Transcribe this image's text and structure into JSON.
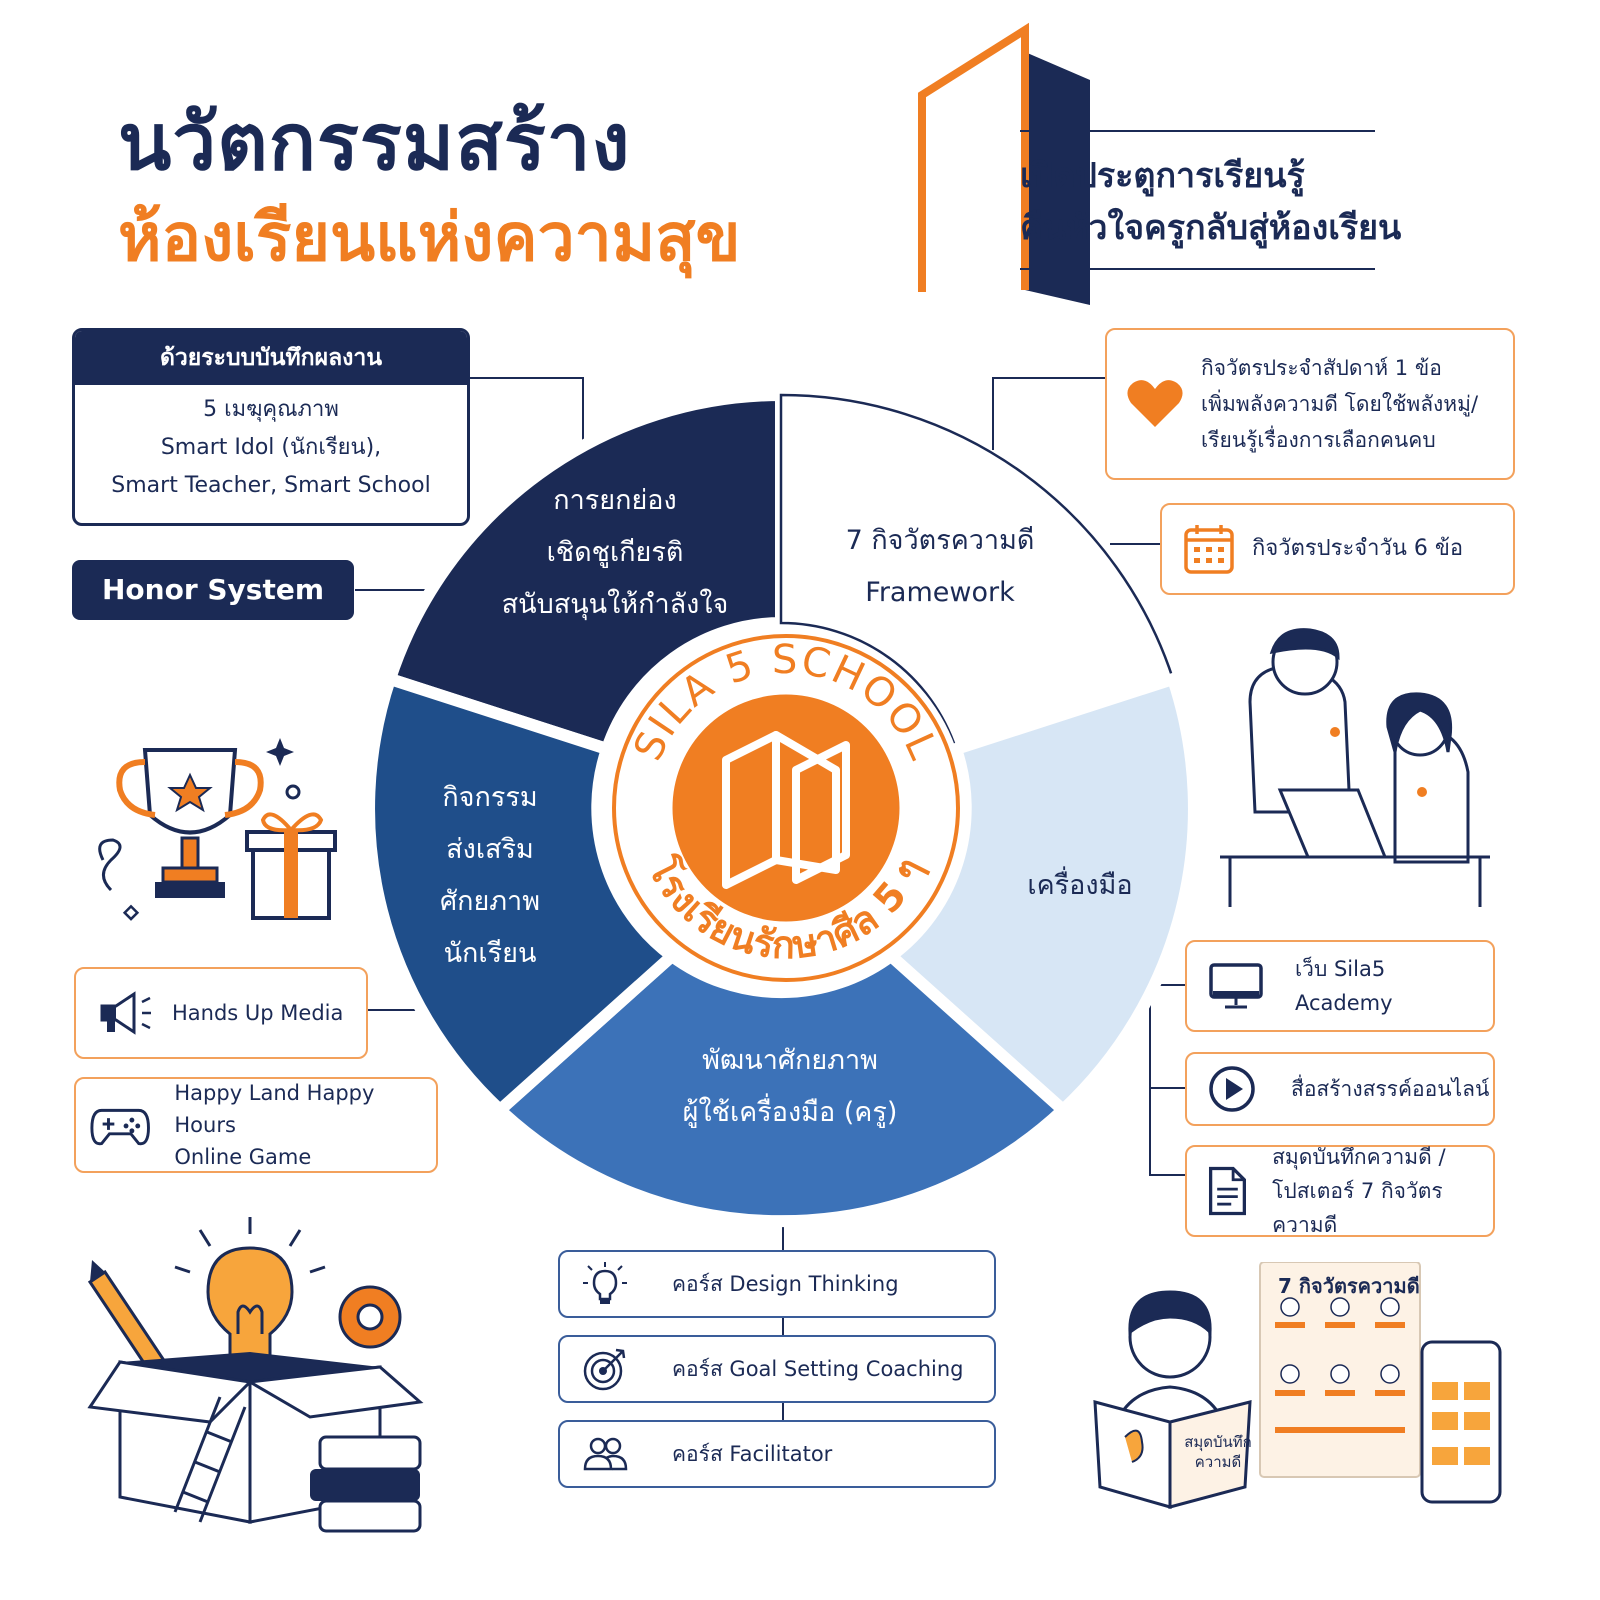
{
  "header": {
    "title_line1": "นวัตกรรมสร้าง",
    "title_line2": "ห้องเรียนแห่งความสุข",
    "tagline_line1": "เปิดประตูการเรียนรู้",
    "tagline_line2": "คืนหัวใจครูกลับสู่ห้องเรียน"
  },
  "left": {
    "record_box": {
      "heading": "ด้วยระบบบันทึกผลงาน",
      "line1": "5 เมฆุคุณภาพ",
      "line2": "Smart Idol (นักเรียน),",
      "line3": "Smart Teacher, Smart School"
    },
    "honor": "Honor System",
    "media_items": [
      {
        "label": "Hands Up Media",
        "icon": "megaphone-icon"
      },
      {
        "label1": "Happy Land Happy Hours",
        "label2": "Online Game",
        "icon": "gamepad-icon"
      }
    ]
  },
  "wheel": {
    "center_top": "SILA 5 SCHOOL",
    "center_bottom": "โรงเรียนรักษาศีล 5 ๆ",
    "segments": [
      {
        "lines": [
          "การยกย่อง",
          "เชิดชูเกียรติ",
          "สนับสนุนให้กำลังใจ"
        ],
        "color": "#1b2a55"
      },
      {
        "lines": [
          "7 กิจวัตรความดี",
          "Framework"
        ],
        "color": "#ffffff"
      },
      {
        "lines": [
          "เครื่องมือ"
        ],
        "color": "#d7e6f5"
      },
      {
        "lines": [
          "พัฒนาศักยภาพ",
          "ผู้ใช้เครื่องมือ (ครู)"
        ],
        "color": "#3c72b8"
      },
      {
        "lines": [
          "กิจกรรม",
          "ส่งเสริม",
          "ศักยภาพ",
          "นักเรียน"
        ],
        "color": "#1f4e8a"
      }
    ]
  },
  "right": {
    "weekly": {
      "line1": "กิจวัตรประจำสัปดาห์ 1 ข้อ",
      "line2": "เพิ่มพลังความดี โดยใช้พลังหมู่/",
      "line3": "เรียนรู้เรื่องการเลือกคนคบ",
      "icon": "heart-icon"
    },
    "daily": {
      "label": "กิจวัตรประจำวัน 6 ข้อ",
      "icon": "calendar-icon"
    },
    "tools": [
      {
        "line1": "เว็บ Sila5",
        "line2": "Academy",
        "icon": "monitor-icon"
      },
      {
        "line1": "สื่อสร้างสรรค์ออนไลน์",
        "icon": "play-icon"
      },
      {
        "line1": "สมุดบันทึกความดี /",
        "line2": "โปสเตอร์ 7 กิจวัตรความดี",
        "icon": "document-icon"
      }
    ],
    "poster_title": "7 กิจวัตรความดี",
    "notebook_text1": "สมุดบันทึก",
    "notebook_text2": "ความดี"
  },
  "courses": [
    {
      "label": "คอร์ส Design Thinking",
      "icon": "lightbulb-icon"
    },
    {
      "label": "คอร์ส Goal Setting Coaching",
      "icon": "target-icon"
    },
    {
      "label": "คอร์ส Facilitator",
      "icon": "people-icon"
    }
  ],
  "colors": {
    "navy": "#1b2a55",
    "orange": "#f07e22",
    "blue": "#3c72b8",
    "lightblue": "#d7e6f5"
  }
}
